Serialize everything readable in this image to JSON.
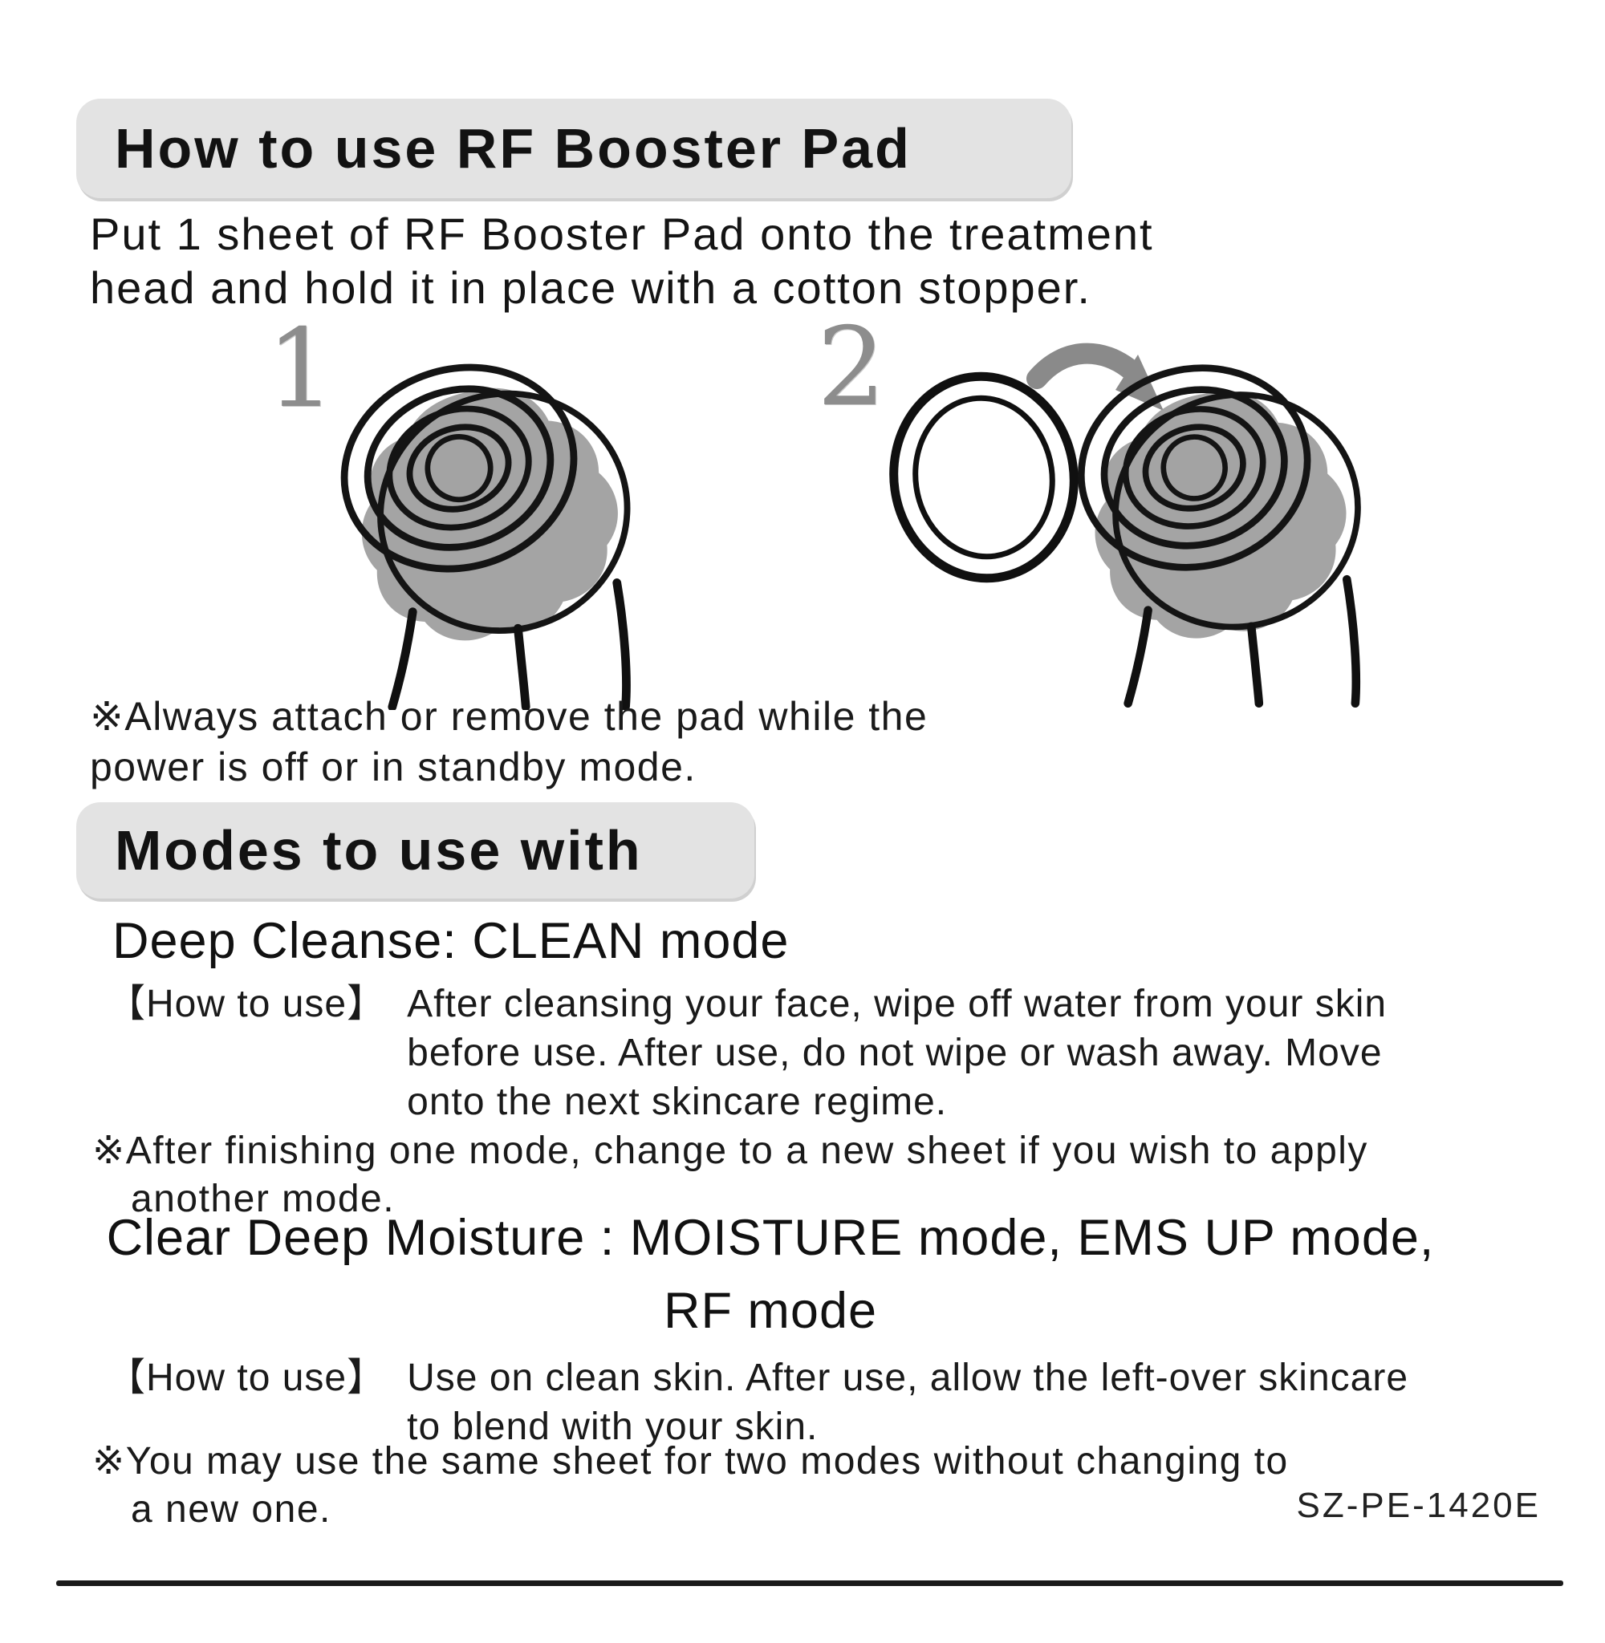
{
  "section1": {
    "title": "How to use RF Booster Pad",
    "intro_lines": [
      "Put 1 sheet of RF Booster Pad onto the treatment",
      "head and hold it in place with a cotton stopper."
    ],
    "note_lines": [
      "※Always attach or remove the pad while the",
      "power is off or in standby mode."
    ]
  },
  "figures": {
    "step1_label": "1",
    "step2_label": "2",
    "illustration1": "treatment-head-with-pad",
    "illustration2": "cotton-stopper-ring-attaching-to-head",
    "arrow_icon": "curved-attach-arrow"
  },
  "section2": {
    "title": "Modes to use with",
    "clean": {
      "heading": "Deep Cleanse: CLEAN mode",
      "how_label": "【How to use】",
      "how_lines": [
        "After cleansing your face, wipe off water from your skin",
        "before use. After use, do not wipe or wash away. Move",
        "onto the next skincare regime."
      ],
      "note_lines": [
        "※After finishing one mode, change to a new sheet if you wish to apply",
        "another mode."
      ]
    },
    "moisture": {
      "heading_lines": [
        "Clear Deep Moisture : MOISTURE mode, EMS UP mode,",
        "RF mode"
      ],
      "how_label": "【How to use】",
      "how_lines": [
        "Use on clean skin. After use, allow the left-over skincare",
        "to blend with your skin."
      ],
      "note_lines": [
        "※You may use the same sheet for two modes without changing to",
        "a new one."
      ]
    }
  },
  "footer": {
    "code": "SZ-PE-1420E"
  },
  "colors": {
    "header_box_bg": "#e3e3e3",
    "pad_gray": "#9c9c9c",
    "arrow_gray": "#8a8a8a",
    "line_art": "#141414",
    "text": "#171717"
  }
}
